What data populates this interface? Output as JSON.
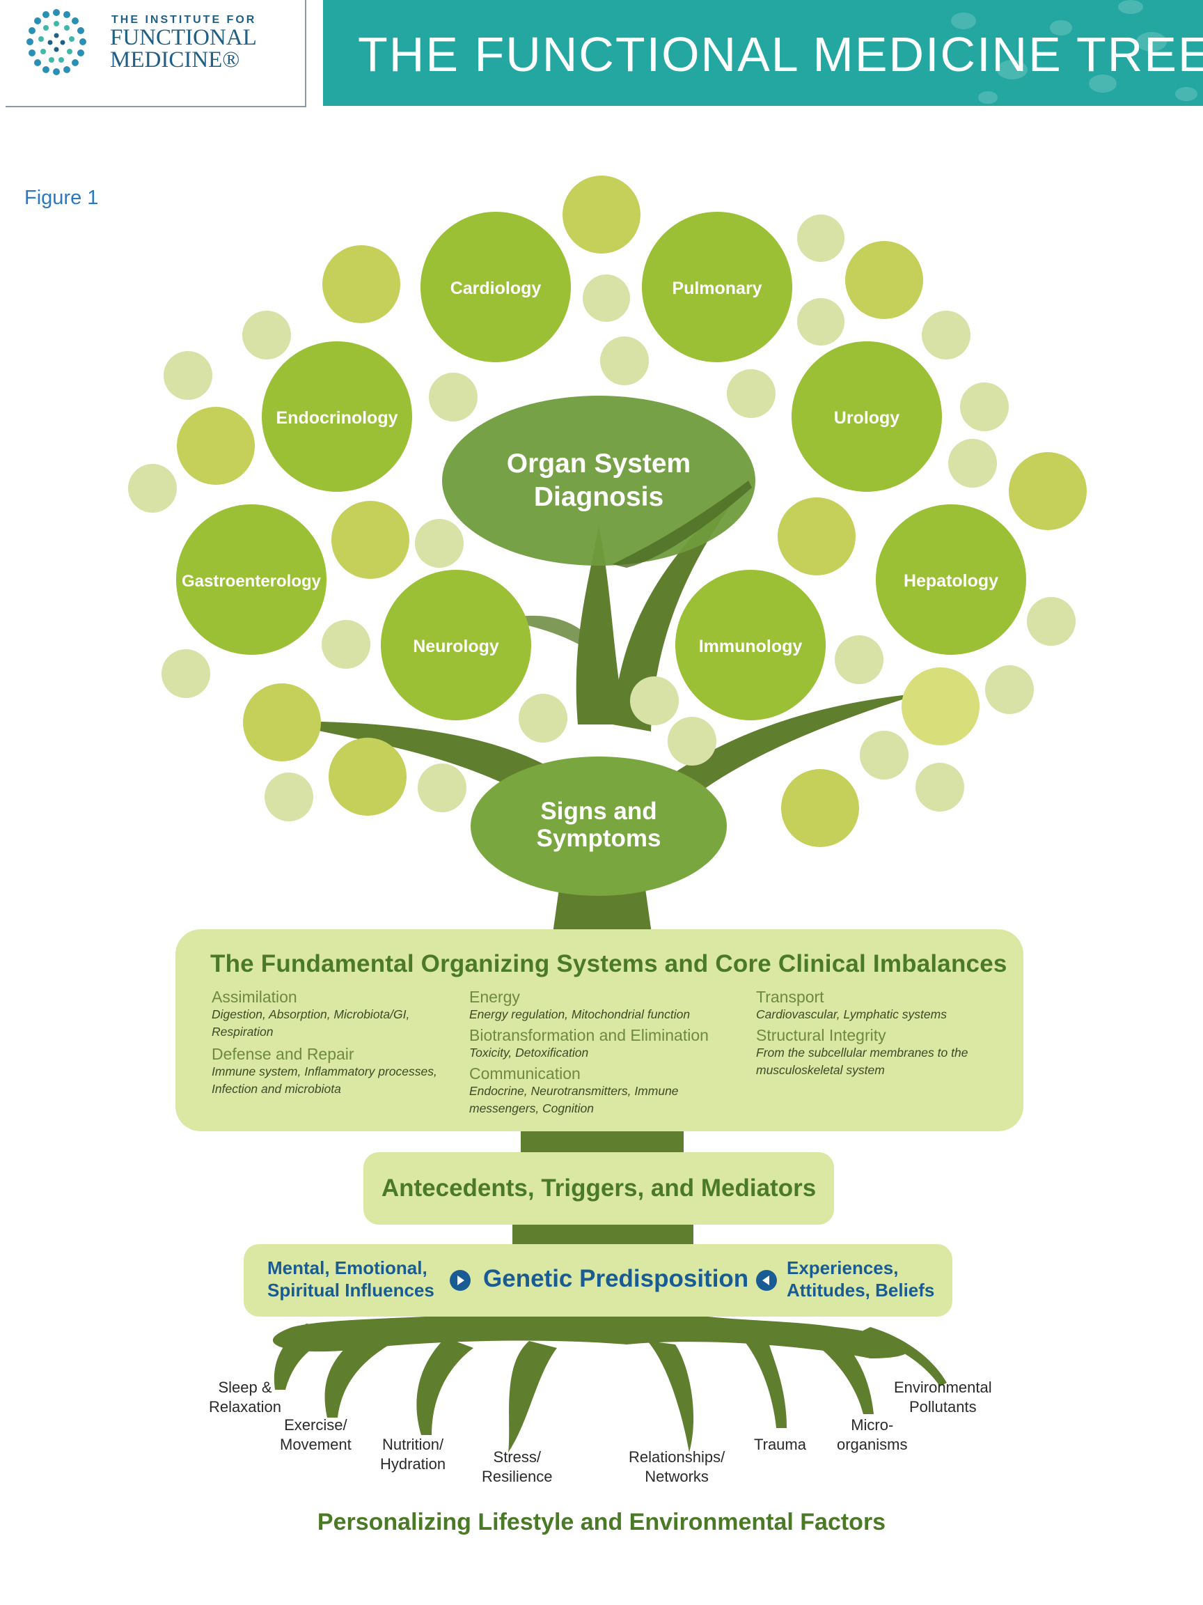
{
  "header": {
    "logo_small": "THE INSTITUTE FOR",
    "logo_line1": "FUNCTIONAL",
    "logo_line2": "MEDICINE®",
    "title": "THE FUNCTIONAL MEDICINE TREE"
  },
  "figure_label": "Figure 1",
  "tree": {
    "crown_title": [
      "Organ System",
      "Diagnosis"
    ],
    "trunk_title": [
      "Signs and",
      "Symptoms"
    ],
    "organ_systems": [
      "Cardiology",
      "Pulmonary",
      "Endocrinology",
      "Urology",
      "Gastroenterology",
      "Hepatology",
      "Neurology",
      "Immunology"
    ]
  },
  "fundamental": {
    "title": "The Fundamental Organizing Systems and Core Clinical Imbalances",
    "col1": [
      {
        "cat": "Assimilation",
        "sub": "Digestion, Absorption, Microbiota/GI, Respiration"
      },
      {
        "cat": "Defense and Repair",
        "sub": "Immune system, Inflammatory processes, Infection and microbiota"
      }
    ],
    "col2": [
      {
        "cat": "Energy",
        "sub": "Energy regulation, Mitochondrial function"
      },
      {
        "cat": "Biotransformation and Elimination",
        "sub": "Toxicity, Detoxification"
      },
      {
        "cat": "Communication",
        "sub": "Endocrine, Neurotransmitters, Immune messengers, Cognition"
      }
    ],
    "col3": [
      {
        "cat": "Transport",
        "sub": "Cardiovascular, Lymphatic systems"
      },
      {
        "cat": "Structural Integrity",
        "sub": "From the subcellular membranes to the musculoskeletal system"
      }
    ]
  },
  "antecedents": "Antecedents, Triggers, and Mediators",
  "genetic": {
    "left_line1": "Mental, Emotional,",
    "left_line2": "Spiritual Influences",
    "center": "Genetic Predisposition",
    "right_line1": "Experiences,",
    "right_line2": "Attitudes, Beliefs"
  },
  "roots": [
    {
      "line1": "Sleep &",
      "line2": "Relaxation"
    },
    {
      "line1": "Exercise/",
      "line2": "Movement"
    },
    {
      "line1": "Nutrition/",
      "line2": "Hydration"
    },
    {
      "line1": "Stress/",
      "line2": "Resilience"
    },
    {
      "line1": "Relationships/",
      "line2": "Networks"
    },
    {
      "line1": "Trauma",
      "line2": ""
    },
    {
      "line1": "Micro-",
      "line2": "organisms"
    },
    {
      "line1": "Environmental",
      "line2": "Pollutants"
    }
  ],
  "footer": "Personalizing Lifestyle and Environmental Factors",
  "colors": {
    "teal_banner": "#23a7a0",
    "trunk": "#5f7f2f",
    "organ_circle": "#9bbf35",
    "crown": "#6f9c3c",
    "panel": "#dbe8a4",
    "title_green": "#4b7a27",
    "navy": "#195c93"
  }
}
